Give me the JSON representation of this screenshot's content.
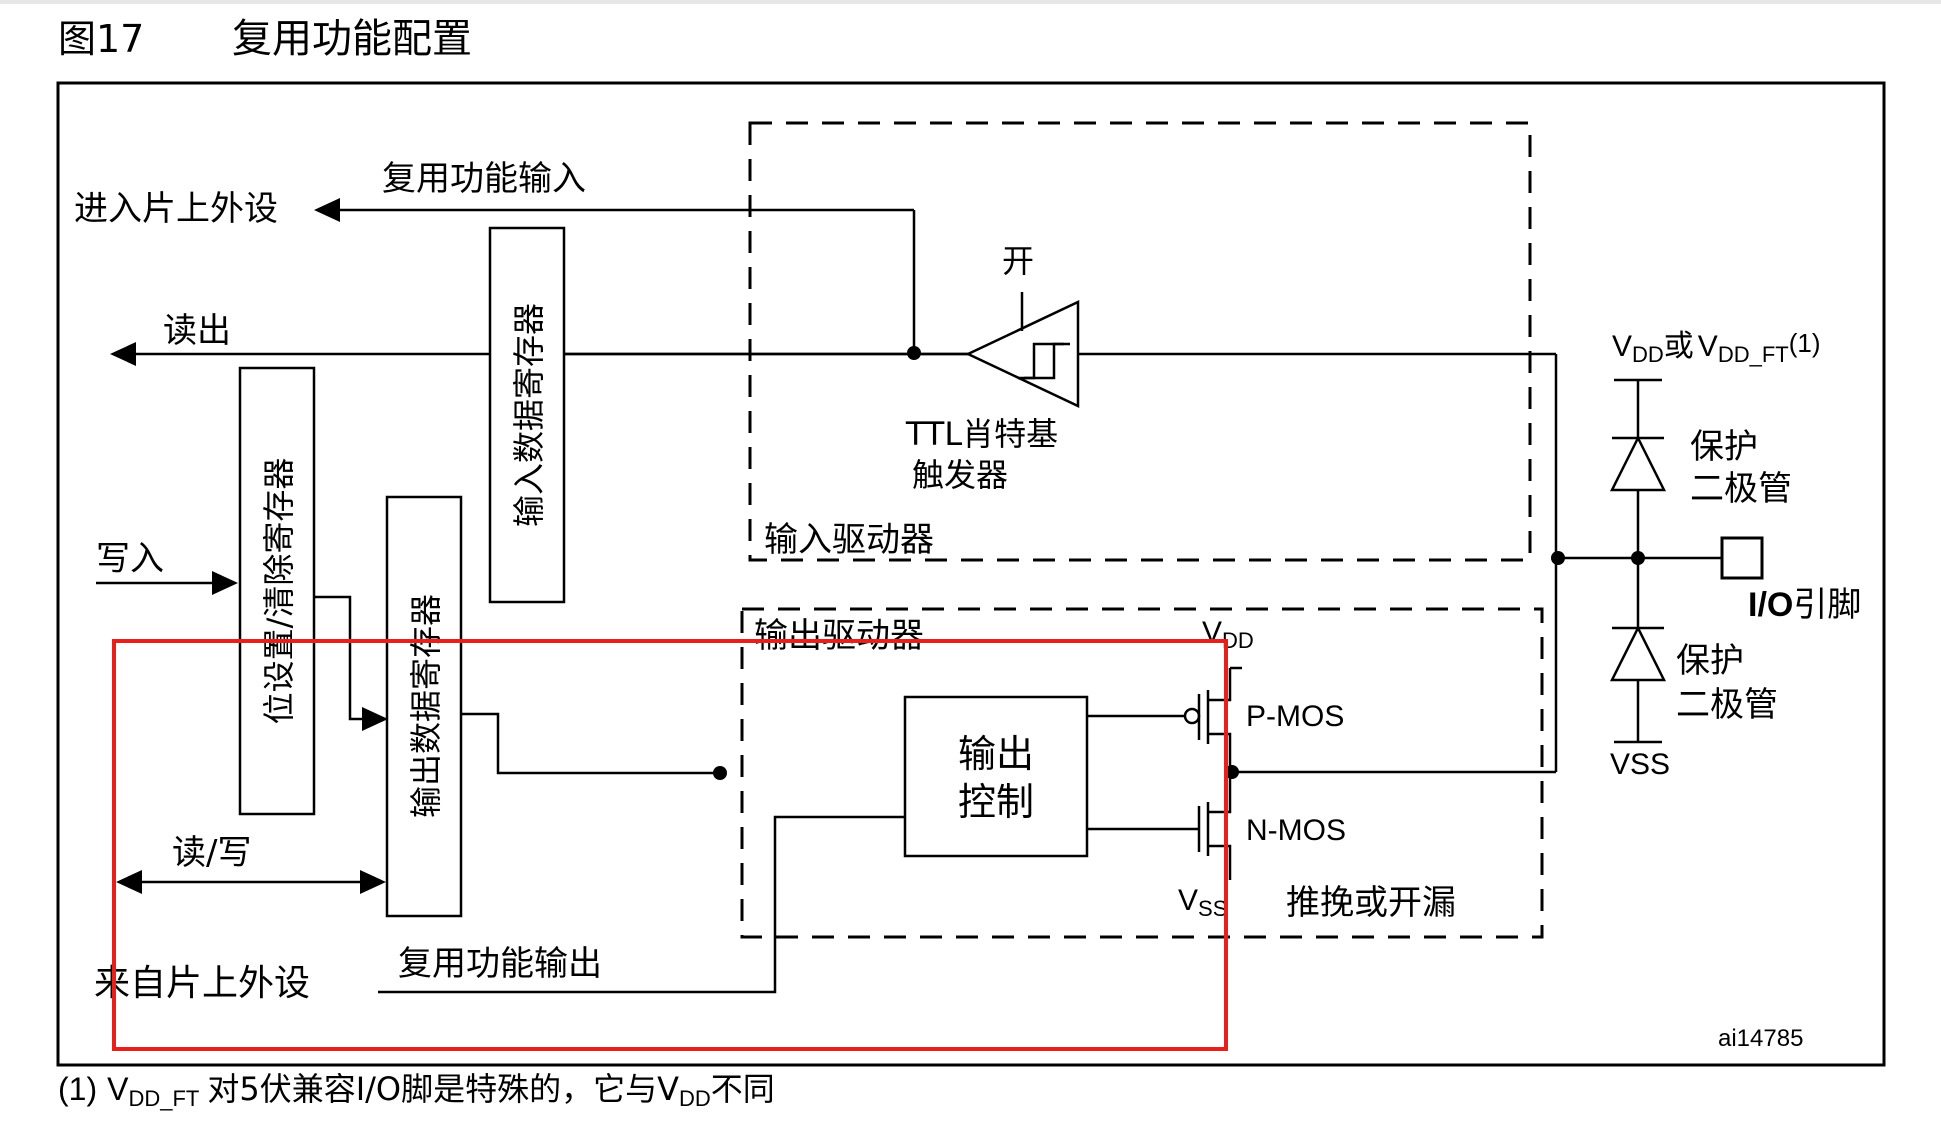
{
  "figure": {
    "number": "图17",
    "title": "复用功能配置",
    "id": "ai14785",
    "footnote": {
      "marker": "(1)",
      "v": "V",
      "sub": "DD_FT",
      "text1": "对5伏兼容I/O脚是特殊的，它与V",
      "sub2": "DD",
      "text2": "不同"
    }
  },
  "labels": {
    "to_peripheral": "进入片上外设",
    "alt_input": "复用功能输入",
    "read": "读出",
    "write": "写入",
    "read_write": "读/写",
    "from_peripheral": "来自片上外设",
    "alt_output": "复用功能输出",
    "bit_set_reset": "位设置/清除寄存器",
    "input_data_reg": "输入数据寄存器",
    "output_data_reg": "输出数据寄存器",
    "on": "开",
    "schmitt": [
      "TTL肖特基",
      "触发器"
    ],
    "input_driver": "输入驱动器",
    "output_driver": "输出驱动器",
    "output_control": [
      "输出",
      "控制"
    ],
    "pmos": "P-MOS",
    "nmos": "N-MOS",
    "push_pull": "推挽或开漏",
    "vdd": {
      "v": "V",
      "sub": "DD"
    },
    "vss_in": {
      "v": "V",
      "sub": "SS"
    },
    "supply_top": {
      "v1": "V",
      "sub1": "DD",
      "or": "或",
      "v2": "V",
      "sub2": "DD_FT",
      "sup": "(1)"
    },
    "protection_diode": [
      "保护",
      "二极管"
    ],
    "vss": "VSS",
    "io_pin": {
      "bold": "I/O",
      "rest": "引脚"
    }
  },
  "colors": {
    "highlight": "#e8201c",
    "line": "#000000"
  }
}
